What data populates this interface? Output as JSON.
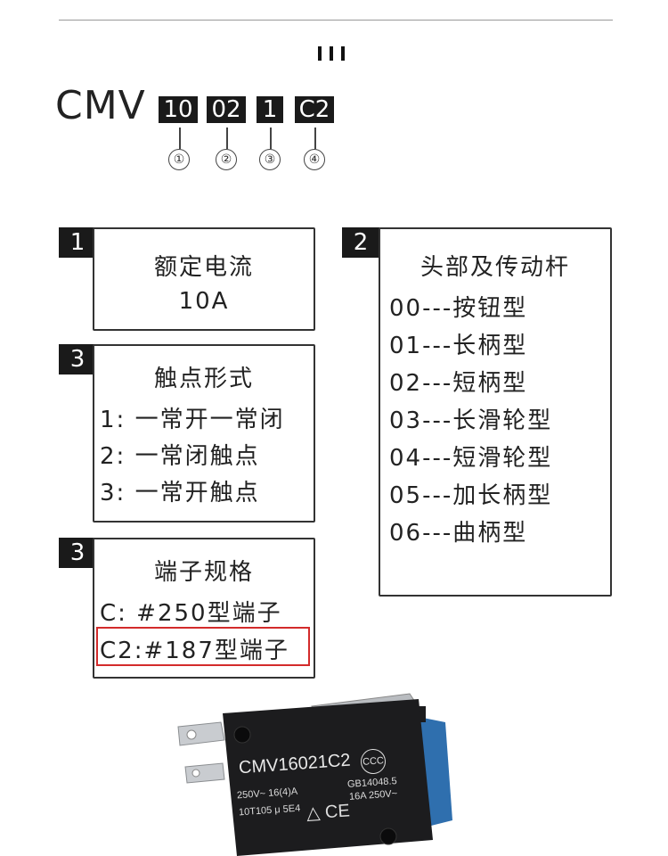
{
  "model": {
    "prefix": "CMV",
    "codes": [
      "10",
      "02",
      "1",
      "C2"
    ],
    "markers": [
      "①",
      "②",
      "③",
      "④"
    ]
  },
  "box1": {
    "number": "1",
    "title": "额定电流",
    "value": "10A"
  },
  "box2": {
    "number": "2",
    "title": "头部及传动杆",
    "items": [
      "00---按钮型",
      "01---长柄型",
      "02---短柄型",
      "03---长滑轮型",
      "04---短滑轮型",
      "05---加长柄型",
      "06---曲柄型"
    ]
  },
  "box3": {
    "number": "3",
    "title": "触点形式",
    "items": [
      "1:  一常开一常闭",
      "2:  一常闭触点",
      "3:  一常开触点"
    ]
  },
  "box4": {
    "number": "3",
    "title": "端子规格",
    "items": [
      "C:  #250型端子",
      "C2:#187型端子"
    ]
  },
  "product": {
    "model_text": "CMV16021C2",
    "std_text": "GB14048.5",
    "rating_left": "250V~  16(4)A",
    "rating_right": "16A  250V~",
    "code_text": "10T105 μ 5E4",
    "ccc": "CCC",
    "ce": "CE",
    "colors": {
      "body": "#1c1c1e",
      "blue": "#2f6fae",
      "lever": "#b9bcc0"
    }
  }
}
